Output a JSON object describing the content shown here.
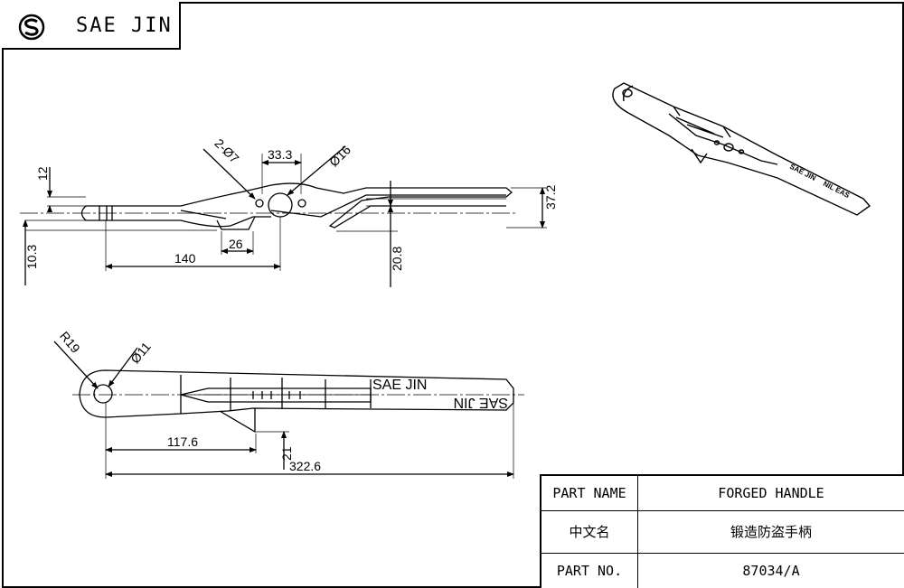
{
  "logo": {
    "brand": "SAE JIN",
    "icon": "sj-s-logo-icon"
  },
  "top_view": {
    "dims": {
      "holes": "2-Ø7",
      "pitch": "33.3",
      "big_hole": "Ø16",
      "thick": "12",
      "height": "37.2",
      "foot": "26",
      "offset": "10.3",
      "length_140": "140",
      "rise": "20.8"
    }
  },
  "bottom_view": {
    "dims": {
      "radius": "R19",
      "hole": "Ø11",
      "len_117": "117.6",
      "h_21": "21",
      "total": "322.6"
    },
    "emboss_top": "SAE JIN",
    "emboss_bottom": "SAE JIN"
  },
  "title_block": {
    "rows": [
      {
        "label": "PART NAME",
        "value": "FORGED HANDLE"
      },
      {
        "label": "中文名",
        "value": "锻造防盗手柄"
      },
      {
        "label": "PART NO.",
        "value": "87034/A"
      }
    ]
  }
}
